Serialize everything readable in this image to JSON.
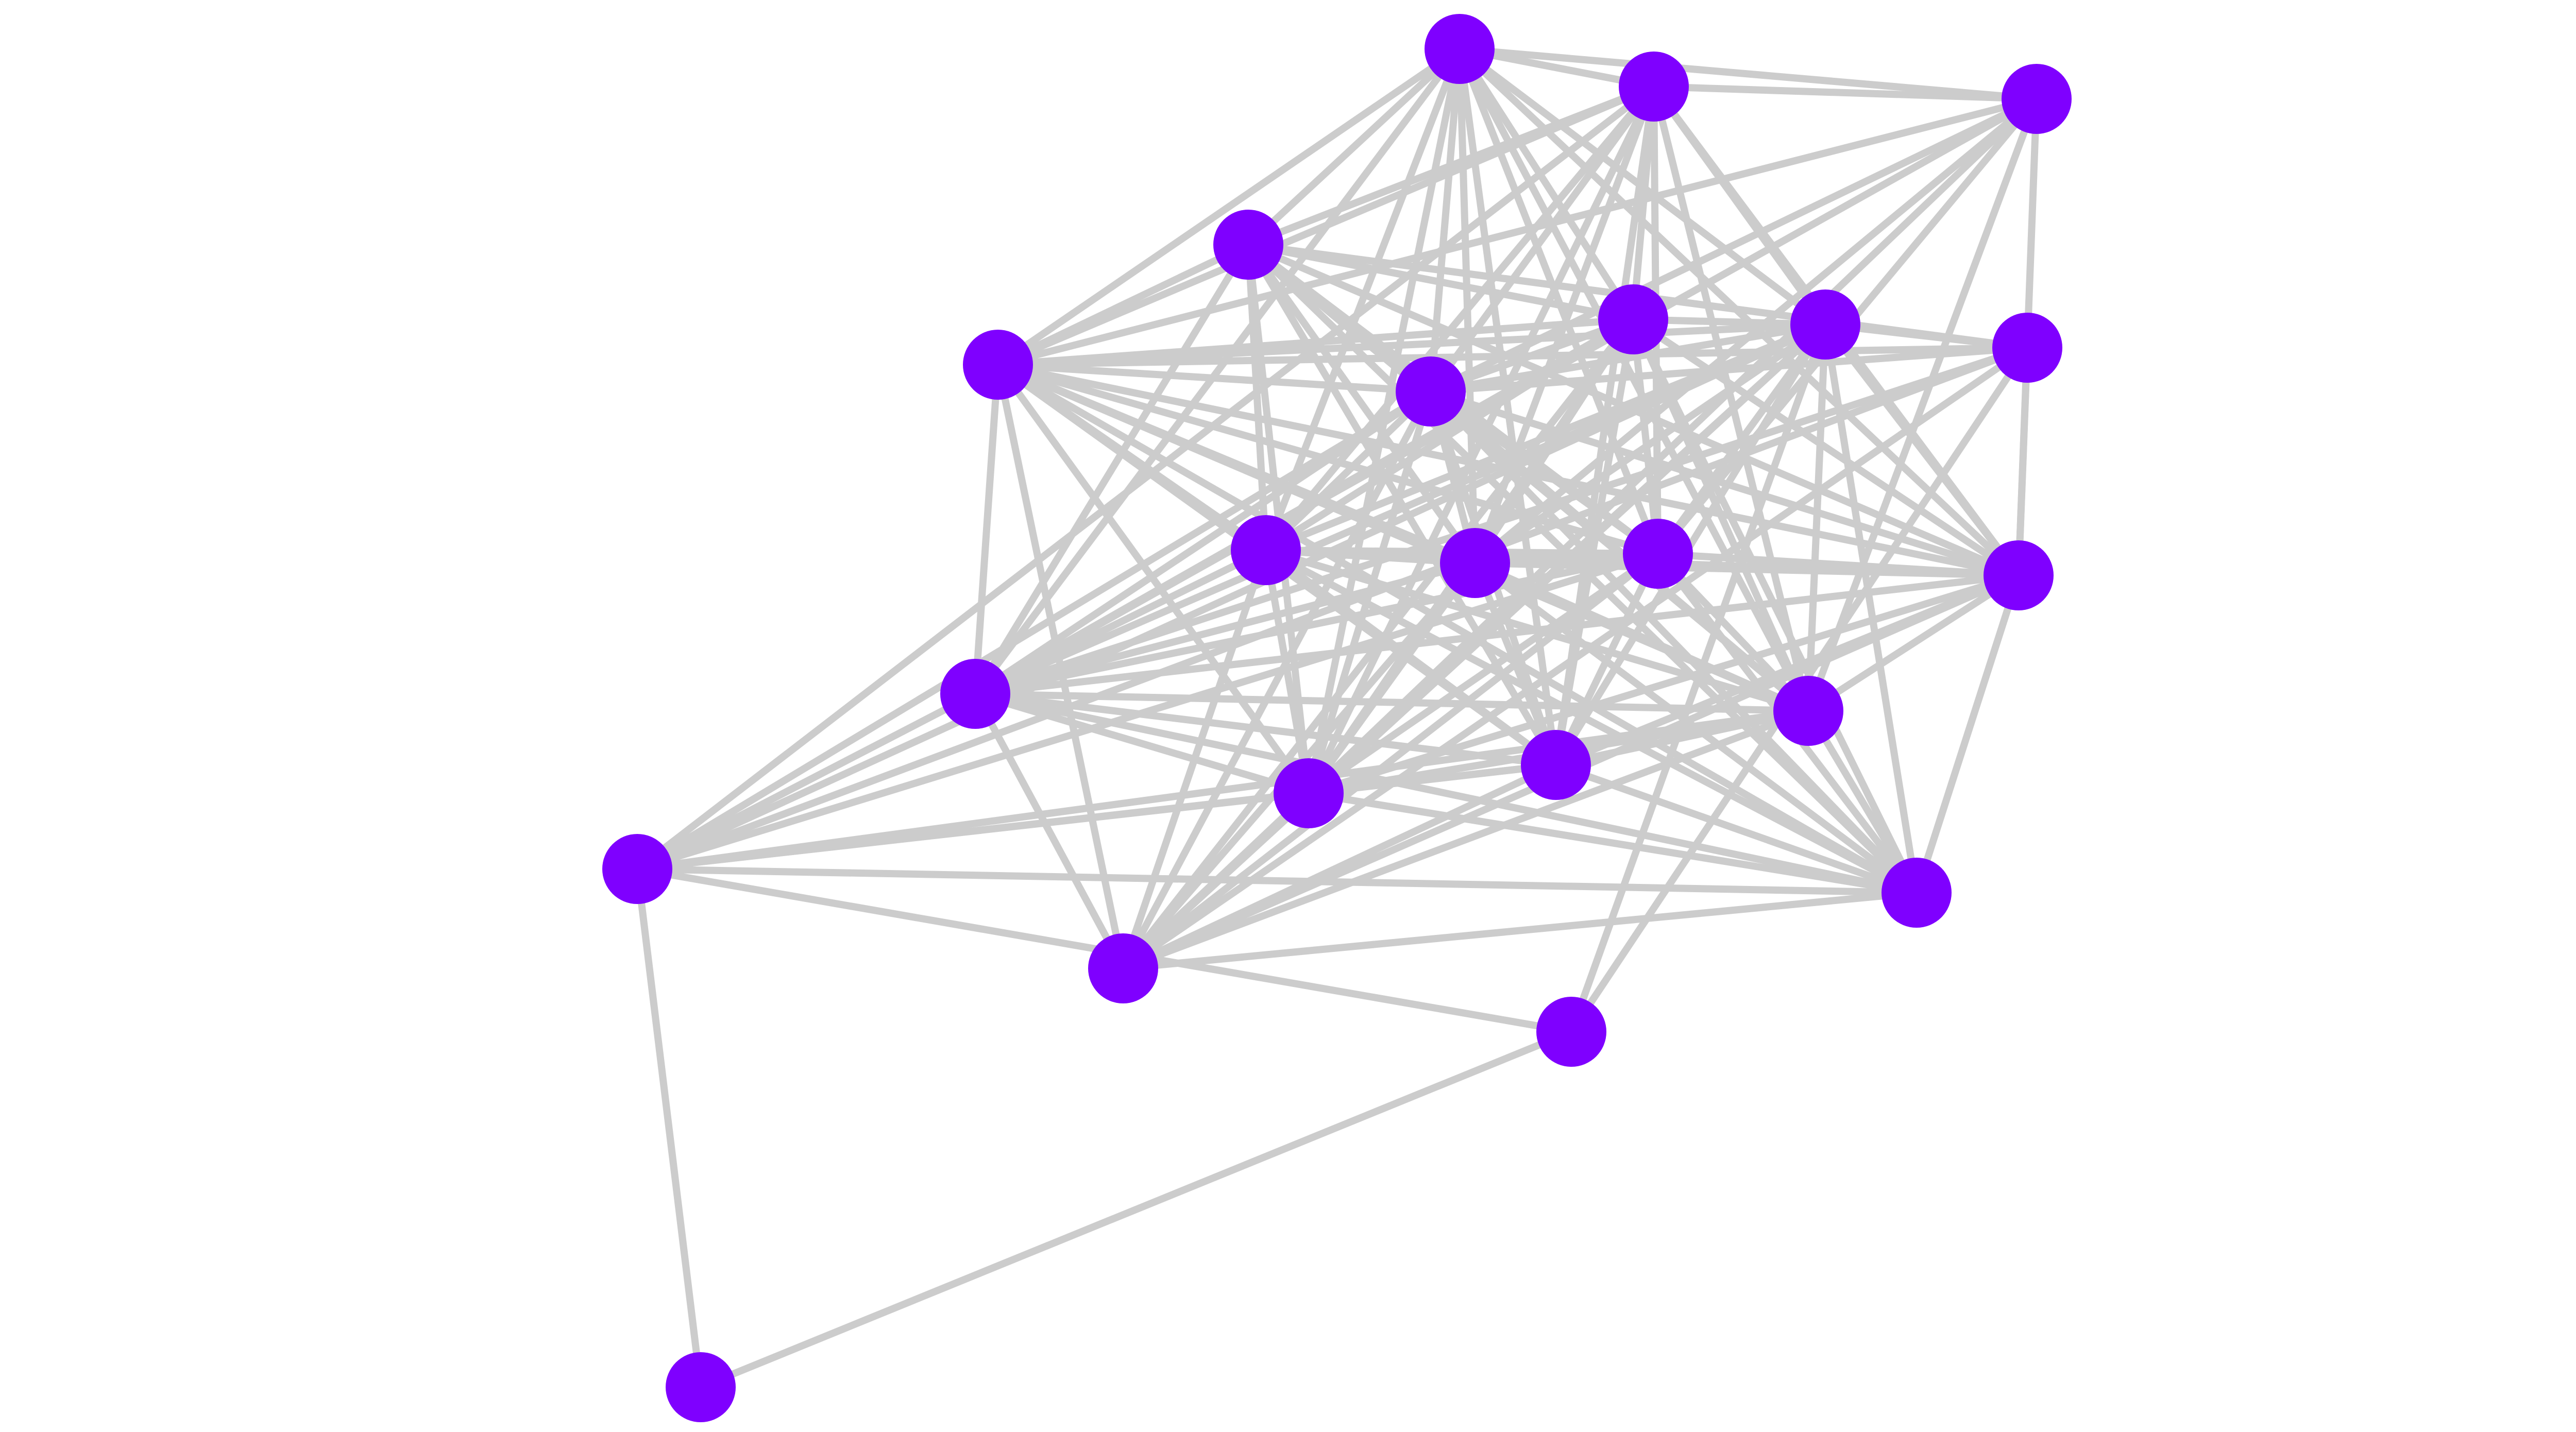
{
  "graph": {
    "node_color": "#7f00ff",
    "edge_color": "#cccccc",
    "nodes": [
      {
        "id": "n0"
      },
      {
        "id": "n1"
      },
      {
        "id": "n2"
      },
      {
        "id": "n3"
      },
      {
        "id": "n4"
      },
      {
        "id": "n5"
      },
      {
        "id": "n6"
      },
      {
        "id": "n7"
      },
      {
        "id": "n8"
      },
      {
        "id": "n9"
      },
      {
        "id": "n10"
      },
      {
        "id": "n11"
      },
      {
        "id": "n12"
      },
      {
        "id": "n13"
      },
      {
        "id": "n14"
      },
      {
        "id": "n15"
      },
      {
        "id": "n16"
      },
      {
        "id": "n17"
      },
      {
        "id": "n18"
      },
      {
        "id": "n19"
      },
      {
        "id": "n20"
      },
      {
        "id": "n21"
      }
    ],
    "edges": [
      [
        "n0",
        "n1"
      ],
      [
        "n0",
        "n2"
      ],
      [
        "n0",
        "n3"
      ],
      [
        "n0",
        "n4"
      ],
      [
        "n0",
        "n5"
      ],
      [
        "n0",
        "n6"
      ],
      [
        "n0",
        "n8"
      ],
      [
        "n0",
        "n9"
      ],
      [
        "n0",
        "n10"
      ],
      [
        "n0",
        "n11"
      ],
      [
        "n0",
        "n12"
      ],
      [
        "n0",
        "n13"
      ],
      [
        "n0",
        "n14"
      ],
      [
        "n0",
        "n15"
      ],
      [
        "n0",
        "n16"
      ],
      [
        "n1",
        "n2"
      ],
      [
        "n1",
        "n3"
      ],
      [
        "n1",
        "n4"
      ],
      [
        "n1",
        "n5"
      ],
      [
        "n1",
        "n6"
      ],
      [
        "n1",
        "n8"
      ],
      [
        "n1",
        "n9"
      ],
      [
        "n1",
        "n10"
      ],
      [
        "n1",
        "n11"
      ],
      [
        "n1",
        "n12"
      ],
      [
        "n1",
        "n14"
      ],
      [
        "n1",
        "n15"
      ],
      [
        "n1",
        "n16"
      ],
      [
        "n1",
        "n17"
      ],
      [
        "n2",
        "n6"
      ],
      [
        "n2",
        "n8"
      ],
      [
        "n2",
        "n10"
      ],
      [
        "n2",
        "n11"
      ],
      [
        "n2",
        "n12"
      ],
      [
        "n2",
        "n13"
      ],
      [
        "n2",
        "n14"
      ],
      [
        "n2",
        "n15"
      ],
      [
        "n3",
        "n4"
      ],
      [
        "n3",
        "n6"
      ],
      [
        "n3",
        "n7"
      ],
      [
        "n3",
        "n8"
      ],
      [
        "n3",
        "n9"
      ],
      [
        "n3",
        "n10"
      ],
      [
        "n3",
        "n11"
      ],
      [
        "n3",
        "n12"
      ],
      [
        "n3",
        "n13"
      ],
      [
        "n3",
        "n14"
      ],
      [
        "n3",
        "n15"
      ],
      [
        "n3",
        "n16"
      ],
      [
        "n3",
        "n18"
      ],
      [
        "n4",
        "n5"
      ],
      [
        "n4",
        "n6"
      ],
      [
        "n4",
        "n8"
      ],
      [
        "n4",
        "n9"
      ],
      [
        "n4",
        "n10"
      ],
      [
        "n4",
        "n11"
      ],
      [
        "n4",
        "n12"
      ],
      [
        "n4",
        "n13"
      ],
      [
        "n4",
        "n14"
      ],
      [
        "n4",
        "n15"
      ],
      [
        "n4",
        "n16"
      ],
      [
        "n4",
        "n18"
      ],
      [
        "n4",
        "n19"
      ],
      [
        "n5",
        "n6"
      ],
      [
        "n5",
        "n7"
      ],
      [
        "n5",
        "n8"
      ],
      [
        "n5",
        "n9"
      ],
      [
        "n5",
        "n10"
      ],
      [
        "n5",
        "n11"
      ],
      [
        "n5",
        "n12"
      ],
      [
        "n5",
        "n13"
      ],
      [
        "n5",
        "n14"
      ],
      [
        "n5",
        "n15"
      ],
      [
        "n5",
        "n16"
      ],
      [
        "n5",
        "n17"
      ],
      [
        "n5",
        "n18"
      ],
      [
        "n5",
        "n19"
      ],
      [
        "n5",
        "n20"
      ],
      [
        "n6",
        "n7"
      ],
      [
        "n6",
        "n8"
      ],
      [
        "n6",
        "n9"
      ],
      [
        "n6",
        "n10"
      ],
      [
        "n6",
        "n11"
      ],
      [
        "n6",
        "n12"
      ],
      [
        "n6",
        "n13"
      ],
      [
        "n6",
        "n14"
      ],
      [
        "n6",
        "n15"
      ],
      [
        "n6",
        "n16"
      ],
      [
        "n6",
        "n18"
      ],
      [
        "n6",
        "n19"
      ],
      [
        "n7",
        "n8"
      ],
      [
        "n7",
        "n12"
      ],
      [
        "n7",
        "n13"
      ],
      [
        "n7",
        "n17"
      ],
      [
        "n7",
        "n19"
      ],
      [
        "n7",
        "n20"
      ],
      [
        "n8",
        "n9"
      ],
      [
        "n8",
        "n10"
      ],
      [
        "n8",
        "n11"
      ],
      [
        "n8",
        "n12"
      ],
      [
        "n8",
        "n13"
      ],
      [
        "n8",
        "n14"
      ],
      [
        "n8",
        "n15"
      ],
      [
        "n8",
        "n16"
      ],
      [
        "n8",
        "n17"
      ],
      [
        "n8",
        "n18"
      ],
      [
        "n8",
        "n19"
      ],
      [
        "n9",
        "n10"
      ],
      [
        "n9",
        "n11"
      ],
      [
        "n9",
        "n12"
      ],
      [
        "n9",
        "n13"
      ],
      [
        "n9",
        "n14"
      ],
      [
        "n9",
        "n15"
      ],
      [
        "n9",
        "n16"
      ],
      [
        "n9",
        "n18"
      ],
      [
        "n9",
        "n19"
      ],
      [
        "n10",
        "n11"
      ],
      [
        "n10",
        "n12"
      ],
      [
        "n10",
        "n13"
      ],
      [
        "n10",
        "n14"
      ],
      [
        "n10",
        "n15"
      ],
      [
        "n10",
        "n16"
      ],
      [
        "n10",
        "n18"
      ],
      [
        "n10",
        "n19"
      ],
      [
        "n11",
        "n12"
      ],
      [
        "n11",
        "n13"
      ],
      [
        "n11",
        "n14"
      ],
      [
        "n11",
        "n15"
      ],
      [
        "n11",
        "n16"
      ],
      [
        "n11",
        "n17"
      ],
      [
        "n11",
        "n18"
      ],
      [
        "n11",
        "n19"
      ],
      [
        "n12",
        "n13"
      ],
      [
        "n12",
        "n14"
      ],
      [
        "n12",
        "n15"
      ],
      [
        "n12",
        "n16"
      ],
      [
        "n12",
        "n18"
      ],
      [
        "n12",
        "n19"
      ],
      [
        "n13",
        "n14"
      ],
      [
        "n13",
        "n15"
      ],
      [
        "n13",
        "n16"
      ],
      [
        "n13",
        "n17"
      ],
      [
        "n13",
        "n18"
      ],
      [
        "n13",
        "n19"
      ],
      [
        "n14",
        "n15"
      ],
      [
        "n14",
        "n16"
      ],
      [
        "n14",
        "n17"
      ],
      [
        "n14",
        "n18"
      ],
      [
        "n14",
        "n19"
      ],
      [
        "n15",
        "n16"
      ],
      [
        "n15",
        "n17"
      ],
      [
        "n15",
        "n18"
      ],
      [
        "n15",
        "n19"
      ],
      [
        "n16",
        "n17"
      ],
      [
        "n16",
        "n18"
      ],
      [
        "n16",
        "n19"
      ],
      [
        "n17",
        "n20"
      ],
      [
        "n17",
        "n21"
      ],
      [
        "n17",
        "n18"
      ],
      [
        "n20",
        "n21"
      ],
      [
        "n18",
        "n19"
      ]
    ]
  }
}
